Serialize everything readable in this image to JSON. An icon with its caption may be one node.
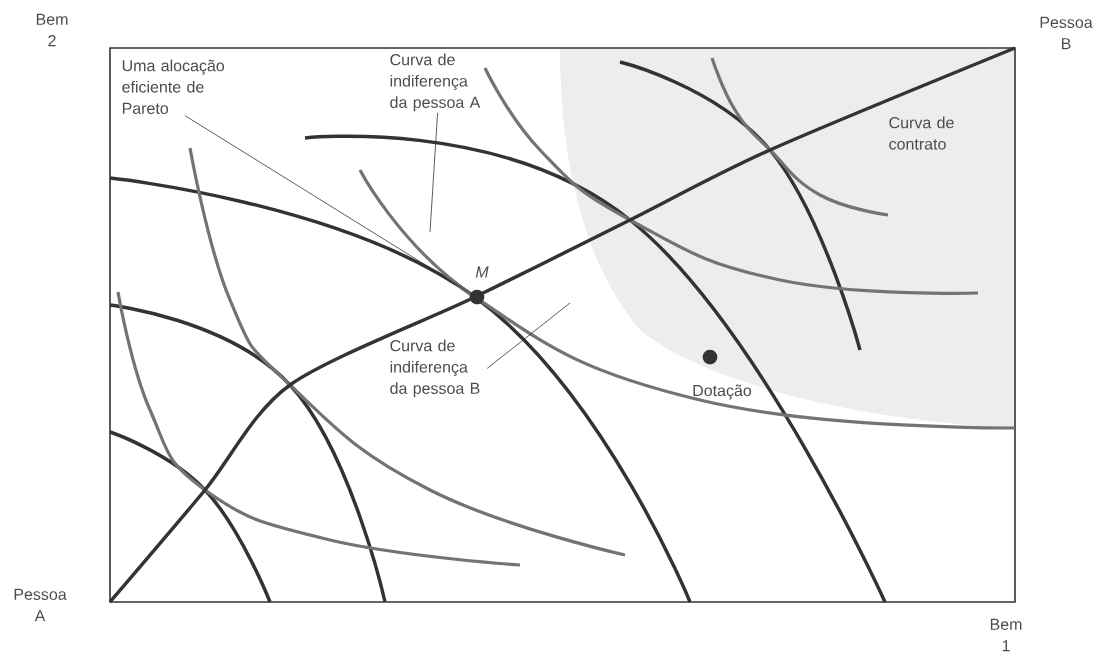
{
  "diagram": {
    "nodes": [
      {
        "text": [
          "Uma alocação eficiente de Pareto"
        ]
      },
      {
        "text": [
          "Curva de indiferença da pessoa A"
        ]
      },
      {
        "text": [],
        "shape": "circle",
        "beside": [
          "M"
        ]
      },
      {
        "text": [
          "Curva de indiferença da pessoa B"
        ]
      },
      {
        "text": [],
        "shape": "circle",
        "beside": [
          "Dotação"
        ]
      }
    ],
    "edges": [
      {
        "from": 0,
        "to": 2,
        "arrow": "none"
      },
      {
        "from": 1,
        "to": null,
        "arrow": "none"
      },
      {
        "from": 3,
        "to": null,
        "arrow": "none"
      }
    ],
    "labels": [
      "Bem 2",
      "Pessoa B",
      "Curva de contrato",
      "Pessoa A",
      "Bem 1"
    ]
  }
}
